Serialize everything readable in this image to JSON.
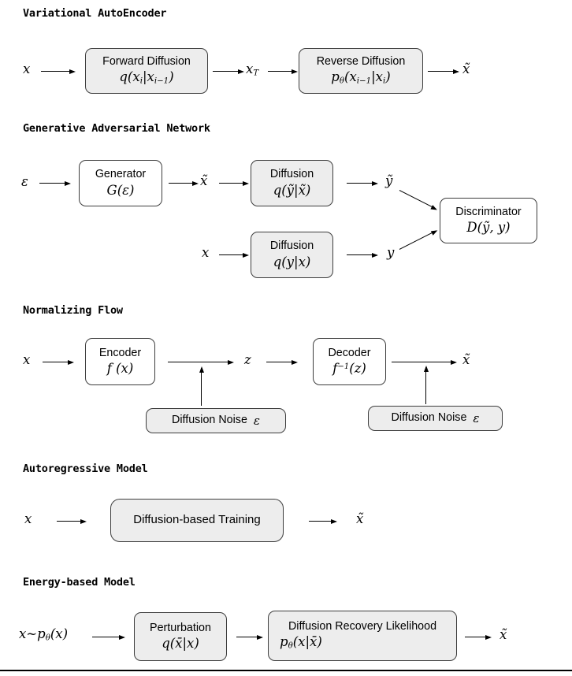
{
  "colors": {
    "box_fill_gray": "#ededed",
    "box_fill_white": "#ffffff",
    "box_border": "#3d3d3d",
    "arrow": "#000000",
    "text": "#000000"
  },
  "vae": {
    "title": "Variational AutoEncoder",
    "input_var": "x",
    "forward_box": {
      "label": "Forward Diffusion",
      "math": [
        "q(x",
        "i",
        "|x",
        "i−1",
        ")"
      ]
    },
    "mid_var": [
      "x",
      "T"
    ],
    "reverse_box": {
      "label": "Reverse Diffusion",
      "math": [
        "p",
        "θ",
        "(x",
        "i−1",
        "|x",
        "i",
        ")"
      ]
    },
    "output_var": "x̃"
  },
  "gan": {
    "title": "Generative Adversarial Network",
    "noise_var": "ε",
    "generator_box": {
      "label": "Generator",
      "math": "G(ε)"
    },
    "fake_var": "x̃",
    "diffusion_fake_box": {
      "label": "Diffusion",
      "math": "q(ỹ|x̃)"
    },
    "fake_out_var": "ỹ",
    "real_var": "x",
    "diffusion_real_box": {
      "label": "Diffusion",
      "math": "q(y|x)"
    },
    "real_out_var": "y",
    "discriminator_box": {
      "label": "Discriminator",
      "math": "D(ỹ, y)"
    }
  },
  "nf": {
    "title": "Normalizing Flow",
    "input_var": "x",
    "encoder_box": {
      "label": "Encoder",
      "math": "f (x)"
    },
    "latent_var": "z",
    "decoder_box": {
      "label": "Decoder",
      "math": [
        "f",
        "−1",
        "(z)"
      ]
    },
    "output_var": "x̃",
    "noise_box_left": {
      "label": "Diffusion Noise",
      "math": "ε"
    },
    "noise_box_right": {
      "label": "Diffusion Noise",
      "math": "ε"
    }
  },
  "ar": {
    "title": "Autoregressive Model",
    "input_var": "x",
    "training_box": {
      "label": "Diffusion-based Training"
    },
    "output_var": "x̃"
  },
  "ebm": {
    "title": "Energy-based Model",
    "input_expr": [
      "x~p",
      "θ",
      "(x)"
    ],
    "perturbation_box": {
      "label": "Perturbation",
      "math": "q(x̄|x)"
    },
    "recovery_box": {
      "label": "Diffusion Recovery Likelihood",
      "math": [
        "p",
        "θ",
        "(x|x̄)"
      ]
    },
    "output_var": "x̃"
  }
}
